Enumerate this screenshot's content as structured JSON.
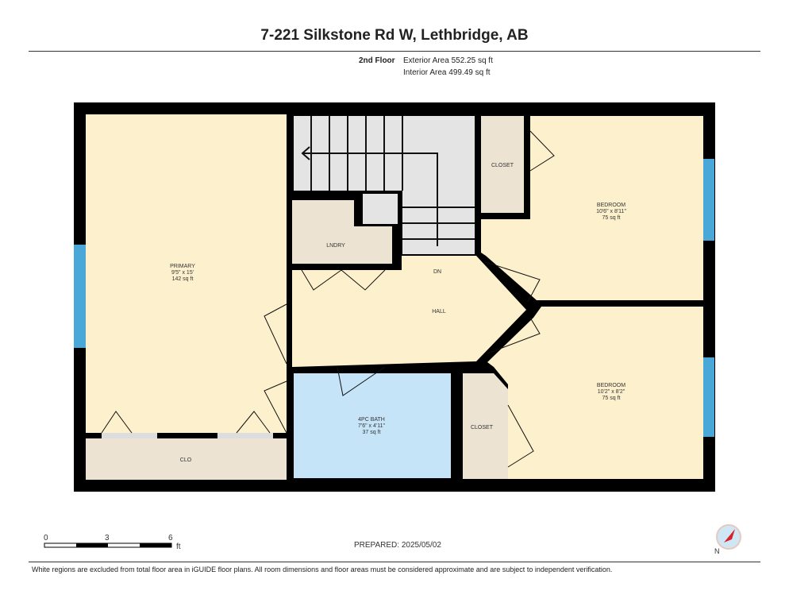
{
  "title": "7-221 Silkstone Rd W, Lethbridge, AB",
  "floor": "2nd Floor",
  "exterior_area": "Exterior Area 552.25 sq ft",
  "interior_area": "Interior Area 499.49 sq ft",
  "rooms": {
    "primary": {
      "name": "PRIMARY",
      "dims": "9'5\" x 15'",
      "area": "142 sq ft"
    },
    "clo": {
      "name": "CLO"
    },
    "lndry": {
      "name": "LNDRY"
    },
    "dn": {
      "name": "DN"
    },
    "hall": {
      "name": "HALL"
    },
    "bath": {
      "name": "4PC BATH",
      "dims": "7'6\" x 4'11\"",
      "area": "37 sq ft"
    },
    "closet_top": {
      "name": "CLOSET"
    },
    "closet_bottom": {
      "name": "CLOSET"
    },
    "bedroom1": {
      "name": "BEDROOM",
      "dims": "10'6\" x 8'11\"",
      "area": "75 sq ft"
    },
    "bedroom2": {
      "name": "BEDROOM",
      "dims": "10'2\" x 8'2\"",
      "area": "75 sq ft"
    }
  },
  "scale": {
    "t0": "0",
    "t1": "3",
    "t2": "6",
    "unit": "ft"
  },
  "prepared": "PREPARED: 2025/05/02",
  "compass": {
    "label": "N"
  },
  "disclaimer": "White regions are excluded from total floor area in iGUIDE floor plans. All room dimensions and floor areas must be considered approximate and are subject to independent verification.",
  "colors": {
    "living": "#fdf0cc",
    "storage": "#ece3d3",
    "bath": "#c6e4f8",
    "stairs": "#e4e4e4",
    "window": "#4aa8d8",
    "wall": "#000000"
  }
}
